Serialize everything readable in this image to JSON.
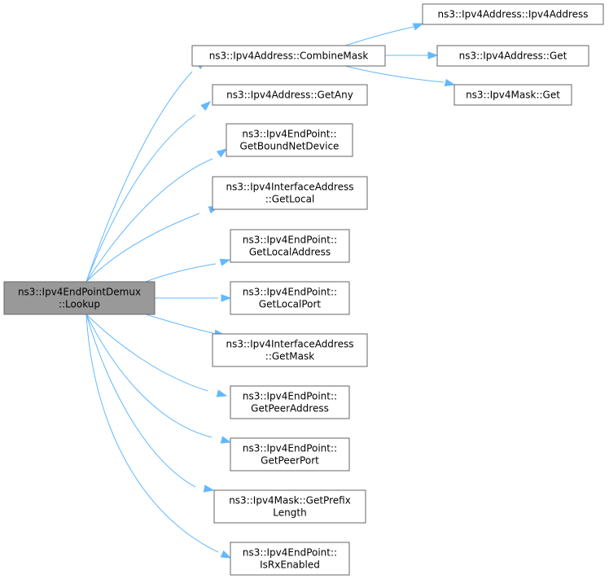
{
  "graph": {
    "colors": {
      "edge": "#63b8ff",
      "root_fill": "#999999",
      "node_fill": "#ffffff",
      "node_border": "#666666"
    },
    "nodes": {
      "root": [
        "ns3::Ipv4EndPointDemux",
        "::Lookup"
      ],
      "combine_mask": [
        "ns3::Ipv4Address::CombineMask"
      ],
      "get_any": [
        "ns3::Ipv4Address::GetAny"
      ],
      "get_bound_net_device": [
        "ns3::Ipv4EndPoint::",
        "GetBoundNetDevice"
      ],
      "iface_get_local": [
        "ns3::Ipv4InterfaceAddress",
        "::GetLocal"
      ],
      "get_local_address": [
        "ns3::Ipv4EndPoint::",
        "GetLocalAddress"
      ],
      "get_local_port": [
        "ns3::Ipv4EndPoint::",
        "GetLocalPort"
      ],
      "iface_get_mask": [
        "ns3::Ipv4InterfaceAddress",
        "::GetMask"
      ],
      "get_peer_address": [
        "ns3::Ipv4EndPoint::",
        "GetPeerAddress"
      ],
      "get_peer_port": [
        "ns3::Ipv4EndPoint::",
        "GetPeerPort"
      ],
      "get_prefix_length": [
        "ns3::Ipv4Mask::GetPrefix",
        "Length"
      ],
      "is_rx_enabled": [
        "ns3::Ipv4EndPoint::",
        "IsRxEnabled"
      ],
      "ipv4address_ctor": [
        "ns3::Ipv4Address::Ipv4Address"
      ],
      "ipv4address_get": [
        "ns3::Ipv4Address::Get"
      ],
      "ipv4mask_get": [
        "ns3::Ipv4Mask::Get"
      ]
    },
    "edges": [
      [
        "root",
        "combine_mask"
      ],
      [
        "root",
        "get_any"
      ],
      [
        "root",
        "get_bound_net_device"
      ],
      [
        "root",
        "iface_get_local"
      ],
      [
        "root",
        "get_local_address"
      ],
      [
        "root",
        "get_local_port"
      ],
      [
        "root",
        "iface_get_mask"
      ],
      [
        "root",
        "get_peer_address"
      ],
      [
        "root",
        "get_peer_port"
      ],
      [
        "root",
        "get_prefix_length"
      ],
      [
        "root",
        "is_rx_enabled"
      ],
      [
        "combine_mask",
        "ipv4address_ctor"
      ],
      [
        "combine_mask",
        "ipv4address_get"
      ],
      [
        "combine_mask",
        "ipv4mask_get"
      ]
    ]
  }
}
